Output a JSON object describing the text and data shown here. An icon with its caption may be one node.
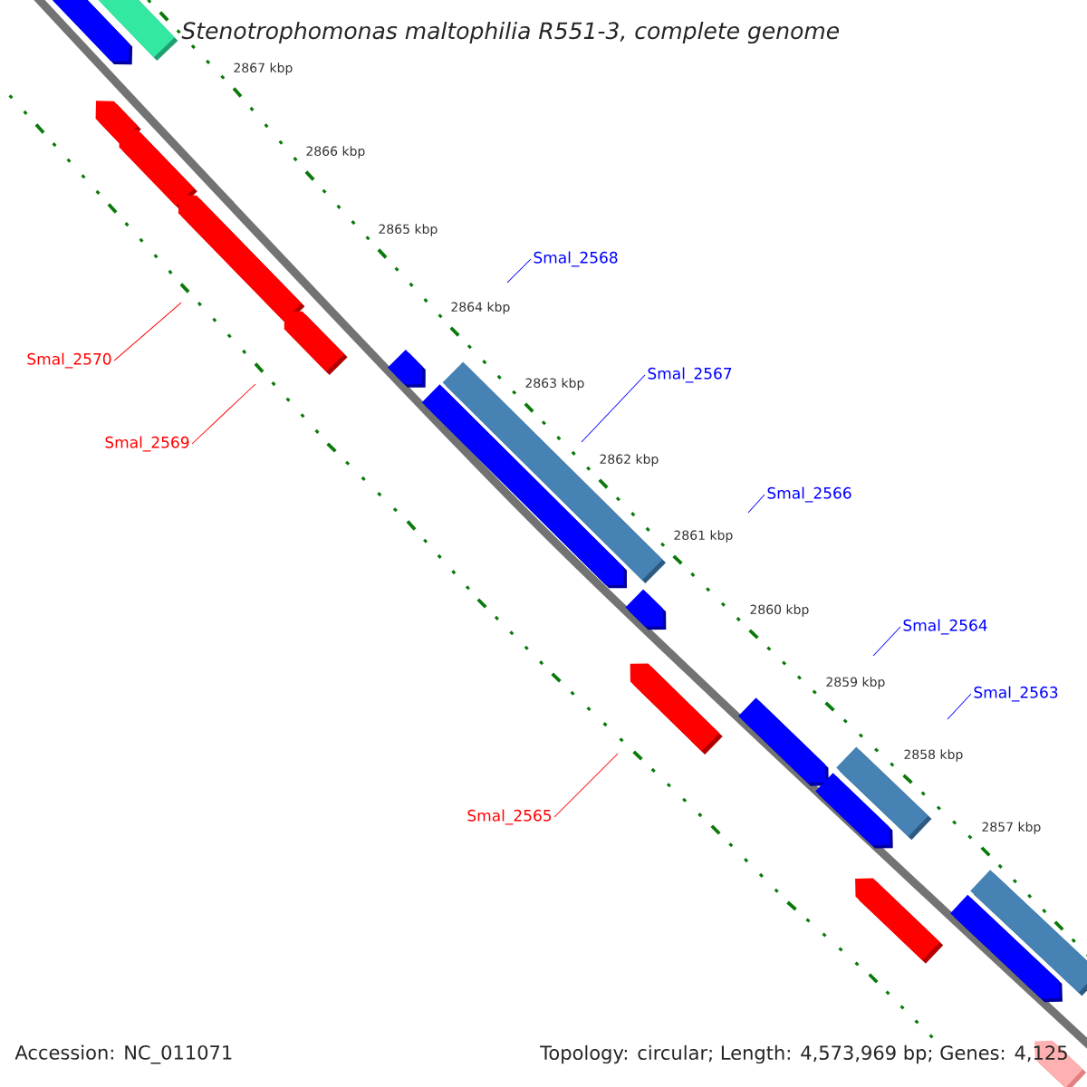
{
  "diagram": {
    "title": "Stenotrophomonas maltophilia R551-3, complete genome",
    "nodes": [
      {
        "text": [
          "Smal_2568"
        ]
      },
      {
        "text": [
          "Smal_2567"
        ]
      },
      {
        "text": [
          "Smal_2566"
        ]
      },
      {
        "text": [
          "Smal_2570"
        ]
      },
      {
        "text": [
          "Smal_2569"
        ]
      },
      {
        "text": [
          "Smal_2564"
        ]
      },
      {
        "text": [
          "Smal_2563"
        ]
      },
      {
        "text": [
          "Smal_2565"
        ]
      }
    ],
    "edges": [
      {
        "from": 0,
        "to": null,
        "arrow": "none"
      },
      {
        "from": 1,
        "to": null,
        "arrow": "none"
      },
      {
        "from": 2,
        "to": null,
        "arrow": "none"
      },
      {
        "from": 3,
        "to": null,
        "arrow": "none",
        "color": "#ff0000"
      },
      {
        "from": 4,
        "to": null,
        "arrow": "none",
        "color": "#ff0000"
      },
      {
        "from": 5,
        "to": null,
        "arrow": "none"
      },
      {
        "from": 6,
        "to": null,
        "arrow": "none"
      },
      {
        "from": 7,
        "to": null,
        "arrow": "none",
        "color": "#ff0000"
      }
    ],
    "labels": [
      "2867 kbp",
      "2866 kbp",
      "2865 kbp",
      "2864 kbp",
      "2863 kbp",
      "2862 kbp",
      "2861 kbp",
      "2860 kbp",
      "2859 kbp",
      "2858 kbp",
      "2857 kbp",
      "Accession: NC_011071",
      "Topology: circular; Length: 4,573,969 bp; Genes: 4,125"
    ]
  }
}
